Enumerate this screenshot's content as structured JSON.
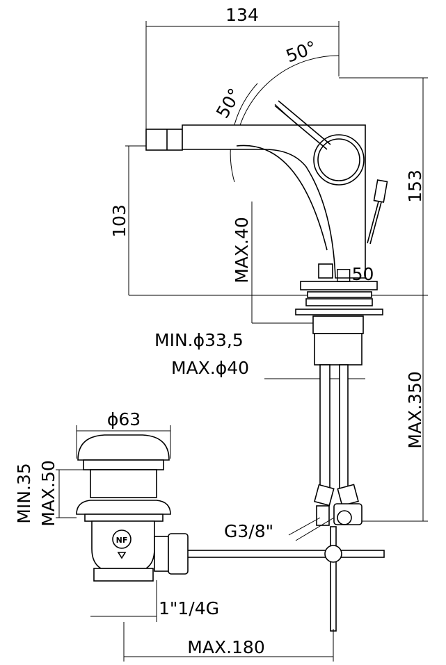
{
  "drawing": {
    "dim_width": "134",
    "angle_right": "50°",
    "angle_left": "50°",
    "dim_height_total": "153",
    "dim_spout_height": "103",
    "dim_max_deck": "MAX.40",
    "dim_base_square": "□50",
    "dim_min_hole": "MIN.ϕ33,5",
    "dim_max_hole": "MAX.ϕ40",
    "dim_max_hose": "MAX.350",
    "dim_drain_cap": "ϕ63",
    "dim_drain_min": "MIN.35",
    "dim_drain_max": "MAX.50",
    "thread_hose": "G3/8\"",
    "thread_drain": "1\"1/4G",
    "dim_max_rod": "MAX.180",
    "drain_logo": "NF"
  }
}
